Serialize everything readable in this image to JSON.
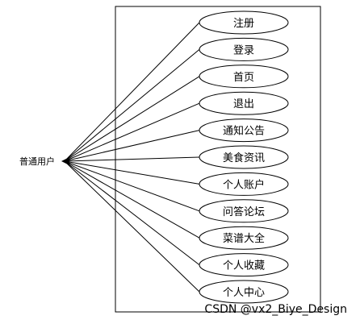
{
  "actor": {
    "name": "普通用户"
  },
  "use_cases": [
    "注册",
    "登录",
    "首页",
    "退出",
    "通知公告",
    "美食资讯",
    "个人账户",
    "问答论坛",
    "菜谱大全",
    "个人收藏",
    "个人中心"
  ],
  "watermark": "CSDN @vx2_Biye_Design",
  "colors": {
    "stroke": "#000000",
    "background": "#ffffff",
    "watermark": "#c8c8c8"
  }
}
